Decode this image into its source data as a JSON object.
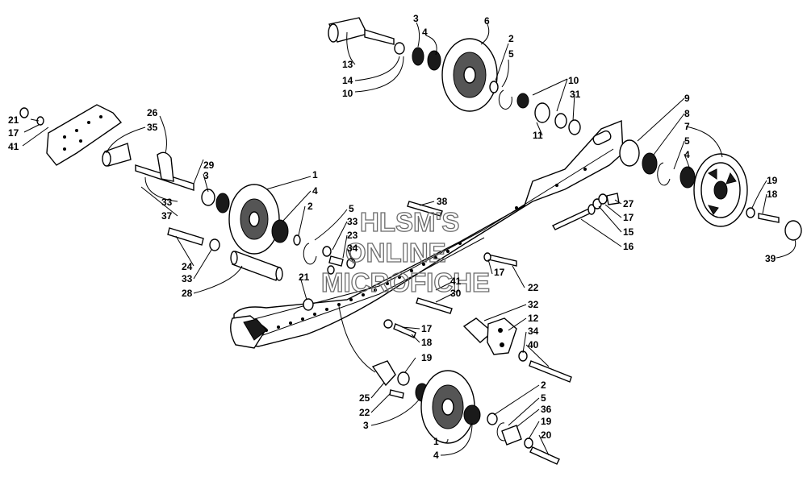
{
  "watermark": {
    "line1": "HLSM'S",
    "line2": "ONLINE",
    "line3": "MICROFICHE"
  },
  "callouts": [
    {
      "id": "c1",
      "text": "3"
    },
    {
      "id": "c2",
      "text": "4"
    },
    {
      "id": "c3",
      "text": "6"
    },
    {
      "id": "c4",
      "text": "2"
    },
    {
      "id": "c5",
      "text": "5"
    },
    {
      "id": "c6",
      "text": "13"
    },
    {
      "id": "c7",
      "text": "14"
    },
    {
      "id": "c8",
      "text": "10"
    },
    {
      "id": "c9",
      "text": "10"
    },
    {
      "id": "c10",
      "text": "31"
    },
    {
      "id": "c11",
      "text": "11"
    },
    {
      "id": "c12",
      "text": "9"
    },
    {
      "id": "c13",
      "text": "8"
    },
    {
      "id": "c14",
      "text": "7"
    },
    {
      "id": "c15",
      "text": "5"
    },
    {
      "id": "c16",
      "text": "4"
    },
    {
      "id": "c17",
      "text": "19"
    },
    {
      "id": "c18",
      "text": "18"
    },
    {
      "id": "c19",
      "text": "39"
    },
    {
      "id": "c20",
      "text": "21"
    },
    {
      "id": "c21",
      "text": "17"
    },
    {
      "id": "c22",
      "text": "41"
    },
    {
      "id": "c23",
      "text": "26"
    },
    {
      "id": "c24",
      "text": "35"
    },
    {
      "id": "c25",
      "text": "29"
    },
    {
      "id": "c26",
      "text": "3"
    },
    {
      "id": "c27",
      "text": "33"
    },
    {
      "id": "c28",
      "text": "37"
    },
    {
      "id": "c29",
      "text": "1"
    },
    {
      "id": "c30",
      "text": "4"
    },
    {
      "id": "c31",
      "text": "2"
    },
    {
      "id": "c32",
      "text": "5"
    },
    {
      "id": "c33",
      "text": "38"
    },
    {
      "id": "c34",
      "text": "33"
    },
    {
      "id": "c35",
      "text": "23"
    },
    {
      "id": "c36",
      "text": "34"
    },
    {
      "id": "c37",
      "text": "27"
    },
    {
      "id": "c38",
      "text": "17"
    },
    {
      "id": "c39",
      "text": "15"
    },
    {
      "id": "c40",
      "text": "16"
    },
    {
      "id": "c41",
      "text": "24"
    },
    {
      "id": "c42",
      "text": "33"
    },
    {
      "id": "c43",
      "text": "28"
    },
    {
      "id": "c44",
      "text": "21"
    },
    {
      "id": "c45",
      "text": "41"
    },
    {
      "id": "c46",
      "text": "30"
    },
    {
      "id": "c47",
      "text": "17"
    },
    {
      "id": "c48",
      "text": "22"
    },
    {
      "id": "c49",
      "text": "32"
    },
    {
      "id": "c50",
      "text": "12"
    },
    {
      "id": "c51",
      "text": "34"
    },
    {
      "id": "c52",
      "text": "40"
    },
    {
      "id": "c53",
      "text": "17"
    },
    {
      "id": "c54",
      "text": "18"
    },
    {
      "id": "c55",
      "text": "19"
    },
    {
      "id": "c56",
      "text": "25"
    },
    {
      "id": "c57",
      "text": "22"
    },
    {
      "id": "c58",
      "text": "3"
    },
    {
      "id": "c59",
      "text": "2"
    },
    {
      "id": "c60",
      "text": "5"
    },
    {
      "id": "c61",
      "text": "36"
    },
    {
      "id": "c62",
      "text": "19"
    },
    {
      "id": "c63",
      "text": "20"
    },
    {
      "id": "c64",
      "text": "1"
    },
    {
      "id": "c65",
      "text": "4"
    }
  ]
}
